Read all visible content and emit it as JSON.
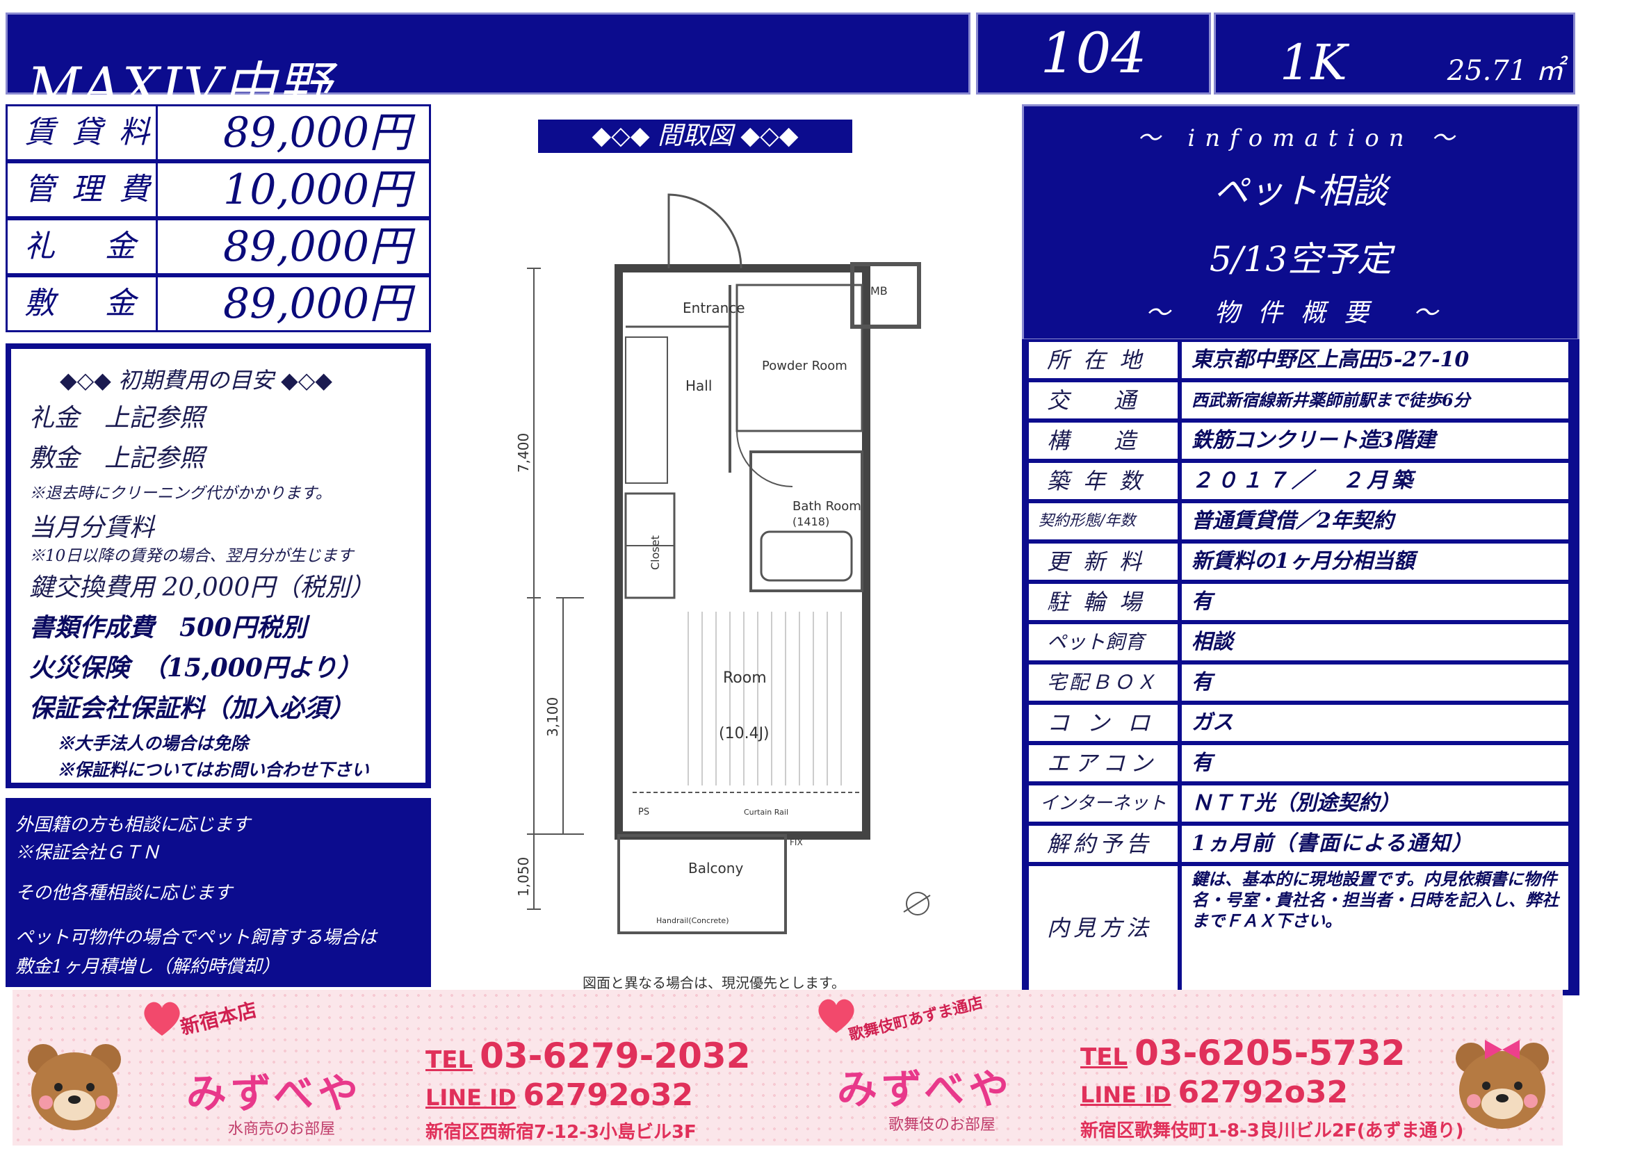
{
  "header": {
    "building_name": "MAXIV中野",
    "room_number": "104",
    "layout_type": "1K",
    "area": "25.71 ㎡"
  },
  "fees": [
    {
      "label": "賃貸料",
      "value": "89,000円"
    },
    {
      "label": "管理費",
      "value": "10,000円"
    },
    {
      "label": "礼金",
      "value": "89,000円"
    },
    {
      "label": "敷金",
      "value": "89,000円"
    }
  ],
  "initial_costs": {
    "heading": "◆◇◆ 初期費用の目安 ◆◇◆",
    "line_reikin": "礼金　上記参照",
    "line_shikikin": "敷金　上記参照",
    "note_cleaning": "※退去時にクリーニング代がかかります。",
    "line_rent": "当月分賃料",
    "note_rent": "※10日以降の賃発の場合、翌月分が生じます",
    "line_key": "鍵交換費用 20,000円（税別）",
    "line_docs": "書類作成費　500円税別",
    "line_insurance": "火災保険　（15,000円より）",
    "line_guarantee": "保証会社保証料（加入必須）",
    "note_exempt": "※大手法人の場合は免除",
    "note_inquiry": "※保証料についてはお問い合わせ下さい"
  },
  "notes": {
    "line1": "外国籍の方も相談に応じます",
    "line2": "※保証会社ＧＴＮ",
    "line3": "その他各種相談に応じます",
    "line4": "ペット可物件の場合でペット飼育する場合は",
    "line5": "敷金1ヶ月積増し（解約時償却）"
  },
  "floor_plan": {
    "title": "◆◇◆ 間取図 ◆◇◆",
    "labels": {
      "entrance": "Entrance",
      "hall": "Hall",
      "powder_room": "Powder Room",
      "bath_room": "Bath Room",
      "bath_size": "(1418)",
      "room": "Room",
      "room_size": "(10.4J)",
      "closet": "Closet",
      "balcony": "Balcony",
      "mb": "MB",
      "ps": "PS",
      "curtain_rail": "Curtain Rail",
      "fix": "FIX",
      "handrail": "Handrail(Concrete)",
      "dim_top": "7,400",
      "dim_mid": "3,100",
      "dim_bottom": "1,050"
    },
    "note": "図面と異なる場合は、現況優先とします。"
  },
  "info": {
    "heading": "～ infomation ～",
    "line1": "ペット相談",
    "line2": "5/13空予定",
    "subheading": "～ 物件概要 ～",
    "rows": [
      {
        "label": "所在地",
        "value": "東京都中野区上高田5-27-10"
      },
      {
        "label": "交通",
        "value": "西武新宿線新井薬師前駅まで徒歩6分"
      },
      {
        "label": "構造",
        "value": "鉄筋コンクリート造3階建"
      },
      {
        "label": "築年数",
        "value": "２０１７／　２月築"
      },
      {
        "label": "契約形態/年数",
        "value": "普通賃貸借／2年契約"
      },
      {
        "label": "更新料",
        "value": "新賃料の1ヶ月分相当額"
      },
      {
        "label": "駐輪場",
        "value": "有"
      },
      {
        "label": "ペット飼育",
        "value": "相談"
      },
      {
        "label": "宅配ＢＯＸ",
        "value": "有"
      },
      {
        "label": "コンロ",
        "value": "ガス"
      },
      {
        "label": "エアコン",
        "value": "有"
      },
      {
        "label": "インターネット",
        "value": "ＮＴＴ光（別途契約）"
      },
      {
        "label": "解約予告",
        "value": "1ヵ月前（書面による通知）"
      },
      {
        "label": "内見方法",
        "value": "鍵は、基本的に現地設置です。内見依頼書に物件名・号室・貴社名・担当者・日時を記入し、弊社までＦＡＸ下さい。"
      }
    ]
  },
  "footer": {
    "shop1": {
      "balloon": "新宿本店",
      "name": "みずべや",
      "sub": "水商売のお部屋",
      "tel_label": "TEL",
      "tel": "03-6279-2032",
      "line_label": "LINE ID",
      "line_id": "62792o32",
      "address": "新宿区西新宿7-12-3小島ビル3F"
    },
    "shop2": {
      "balloon": "歌舞伎町あずま通店",
      "name": "みずべや",
      "sub": "歌舞伎のお部屋",
      "tel_label": "TEL",
      "tel": "03-6205-5732",
      "line_label": "LINE ID",
      "line_id": "62792o32",
      "address": "新宿区歌舞伎町1-8-3良川ビル2F(あずま通り)"
    }
  },
  "colors": {
    "navy": "#0c0c8e",
    "pink": "#e0305a",
    "footer_bg": "#fbe6ea"
  }
}
